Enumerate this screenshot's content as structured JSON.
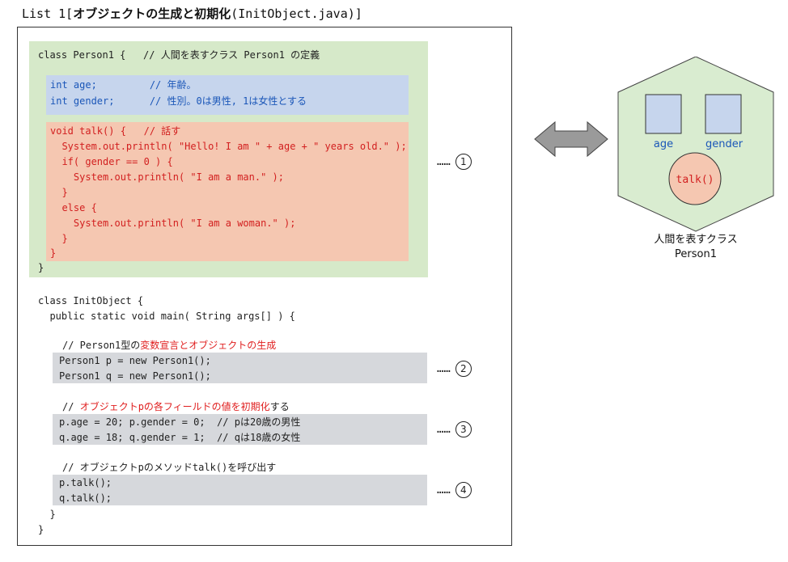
{
  "title": {
    "prefix": "List 1[",
    "jp": "オブジェクトの生成と初期化",
    "suffix": "(InitObject.java)]"
  },
  "code_block": {
    "class_line": "class Person1 {   // 人間を表すクラス Person1 の定義",
    "field_lines": [
      "int age;         // 年齢。",
      "int gender;      // 性別。0は男性, 1は女性とする"
    ],
    "method_lines": [
      "void talk() {   // 話す",
      "  System.out.println( \"Hello! I am \" + age + \" years old.\" );",
      "  if( gender == 0 ) {",
      "    System.out.println( \"I am a man.\" );",
      "  }",
      "  else {",
      "    System.out.println( \"I am a woman.\" );",
      "  }",
      "}"
    ],
    "class_close": "}",
    "main_lines": [
      "class InitObject {",
      "  public static void main( String args[] ) {"
    ],
    "comment2": {
      "prefix": "// Person1型の",
      "highlight": "変数宣言とオブジェクトの生成",
      "suffix": ""
    },
    "block2": [
      "Person1 p = new Person1();",
      "Person1 q = new Person1();"
    ],
    "comment3": {
      "prefix": "// ",
      "highlight": "オブジェクトpの各フィールドの値を初期化",
      "suffix": "する"
    },
    "block3": [
      "p.age = 20; p.gender = 0;  // pは20歳の男性",
      "q.age = 18; q.gender = 1;  // qは18歳の女性"
    ],
    "comment4": "// オブジェクトpのメソッドtalk()を呼び出す",
    "block4": [
      "p.talk();",
      "q.talk();"
    ],
    "close_lines": [
      "  }",
      "}"
    ]
  },
  "markers": [
    {
      "dots": "……",
      "num": "1"
    },
    {
      "dots": "……",
      "num": "2"
    },
    {
      "dots": "……",
      "num": "3"
    },
    {
      "dots": "……",
      "num": "4"
    }
  ],
  "class_diagram": {
    "field_age": "age",
    "field_gender": "gender",
    "method": "talk()",
    "caption_line1": "人間を表すクラス",
    "caption_line2": "Person1"
  },
  "colors": {
    "class_bg": "#d6e9c9",
    "field_bg": "#c6d5ed",
    "method_bg": "#f5c7b1",
    "code_highlight_bg": "#d6d8dc",
    "hexagon_fill": "#d9ecd0",
    "accent_blue": "#1a56b8",
    "accent_red": "#d21f1f"
  }
}
